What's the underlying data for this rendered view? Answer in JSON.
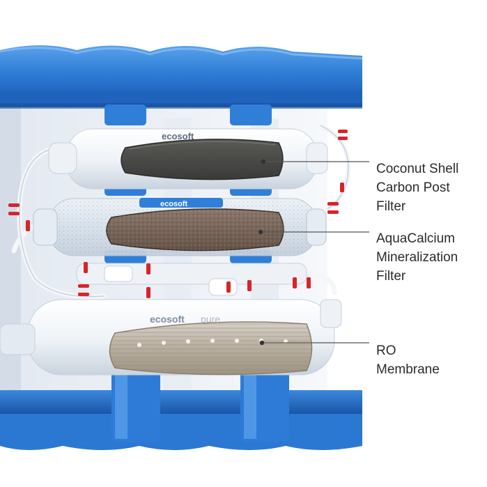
{
  "brand": {
    "name": "ecosoft",
    "suffix": "pure"
  },
  "callouts": [
    {
      "lines": [
        "Coconut Shell",
        "Carbon Post",
        "Filter"
      ]
    },
    {
      "lines": [
        "AquaCalcium",
        "Mineralization",
        "Filter"
      ]
    },
    {
      "lines": [
        "RO",
        "Membrane"
      ]
    }
  ],
  "colors": {
    "frame_blue": "#2f7fd9",
    "frame_blue_dark": "#1d5fb8",
    "housing_white": "#f1f4f8",
    "carbon": "#4a4a48",
    "mineral": "#7d6a60",
    "membrane": "#b8b0a4",
    "fitting_red": "#d8232a",
    "leader_line": "#555555"
  }
}
